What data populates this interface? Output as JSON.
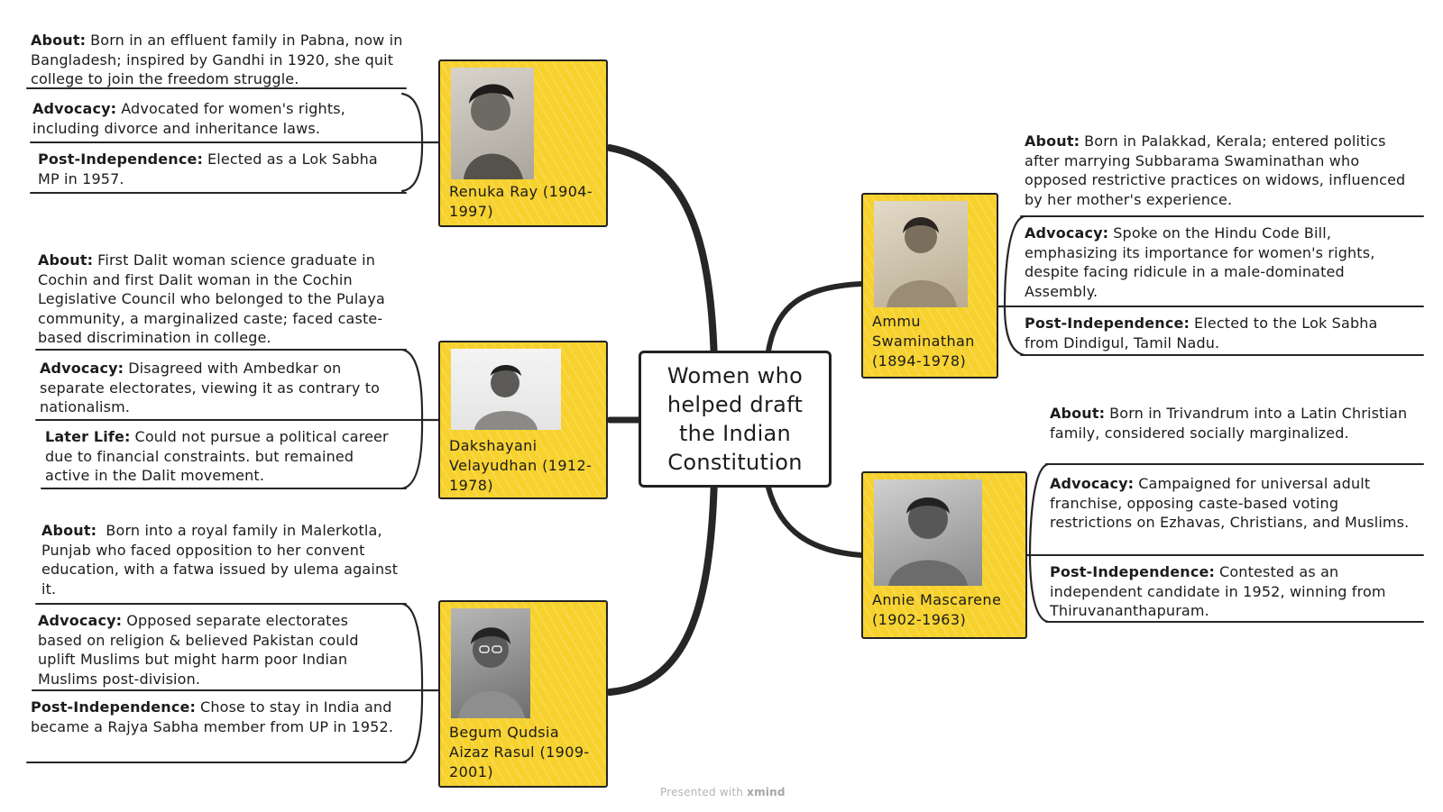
{
  "central_topic": "Women who helped draft the Indian Constitution",
  "footer": {
    "prefix": "Presented with",
    "brand": "xmind"
  },
  "colors": {
    "card": "#f7d12c",
    "outline": "#232323",
    "text": "#1c1c1c"
  },
  "women": [
    {
      "name": "Renuka Ray (1904-1997)",
      "notes": [
        {
          "label": "About:",
          "text": "Born in an effluent family in Pabna, now in Bangladesh; inspired by Gandhi in 1920, she quit college to join the freedom struggle."
        },
        {
          "label": "Advocacy:",
          "text": "Advocated for women's rights, including divorce and inheritance laws."
        },
        {
          "label": "Post-Independence:",
          "text": "Elected as a Lok Sabha MP in 1957."
        }
      ]
    },
    {
      "name": "Dakshayani Velayudhan (1912-1978)",
      "notes": [
        {
          "label": "About:",
          "text": "First Dalit woman science graduate in Cochin and first Dalit woman in the Cochin Legislative Council who belonged to the Pulaya community, a marginalized caste; faced caste-based discrimination in college."
        },
        {
          "label": "Advocacy:",
          "text": "Disagreed with Ambedkar on separate electorates, viewing it as contrary to nationalism."
        },
        {
          "label": "Later Life:",
          "text": "Could not pursue a political career due to financial constraints. but remained active in the Dalit movement."
        }
      ]
    },
    {
      "name": "Begum Qudsia Aizaz Rasul (1909-2001)",
      "notes": [
        {
          "label": "About:",
          "text": " Born into a royal family in Malerkotla, Punjab who faced opposition to her convent education, with a fatwa issued by ulema against it."
        },
        {
          "label": "Advocacy:",
          "text": "Opposed separate electorates based on religion & believed Pakistan could uplift Muslims but might harm poor Indian Muslims post-division."
        },
        {
          "label": "Post-Independence:",
          "text": "Chose to stay in India and became a Rajya Sabha member from UP in 1952."
        }
      ]
    },
    {
      "name": "Ammu Swaminathan (1894-1978)",
      "notes": [
        {
          "label": "About:",
          "text": "Born in Palakkad, Kerala; entered politics after marrying Subbarama Swaminathan who opposed restrictive practices on widows, influenced by her mother's experience."
        },
        {
          "label": "Advocacy:",
          "text": "Spoke on the Hindu Code Bill, emphasizing its importance for women's rights, despite facing ridicule in a male-dominated Assembly."
        },
        {
          "label": "Post-Independence:",
          "text": "Elected to the Lok Sabha from Dindigul, Tamil Nadu."
        }
      ]
    },
    {
      "name": "Annie Mascarene (1902-1963)",
      "notes": [
        {
          "label": "About:",
          "text": "Born in Trivandrum into a Latin Christian family, considered socially marginalized."
        },
        {
          "label": "Advocacy:",
          "text": "Campaigned for universal adult franchise, opposing caste-based voting restrictions on Ezhavas, Christians, and Muslims."
        },
        {
          "label": "Post-Independence:",
          "text": "Contested as an independent candidate in 1952, winning from Thiruvananthapuram."
        }
      ]
    }
  ]
}
